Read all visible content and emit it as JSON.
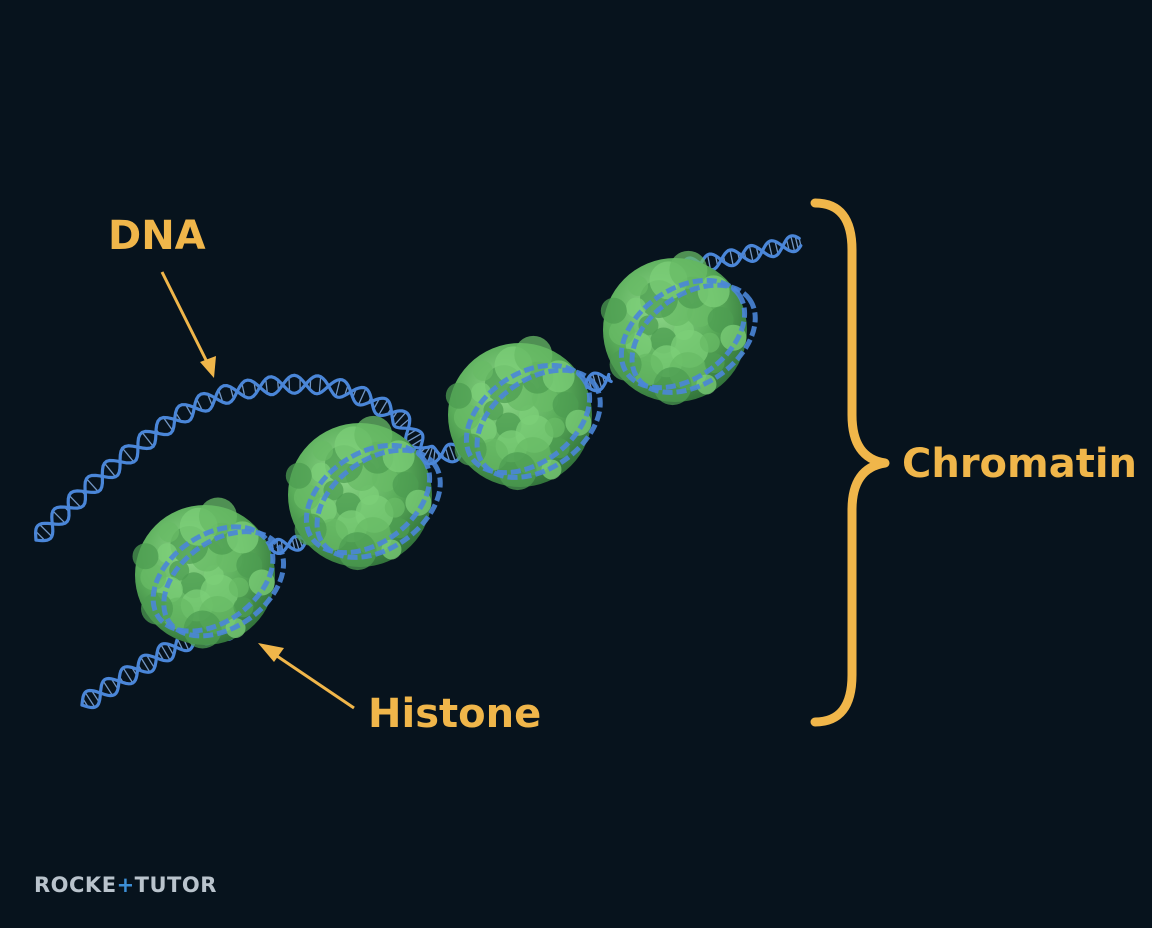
{
  "labels": {
    "dna": "DNA",
    "histone": "Histone",
    "chromatin": "Chromatin"
  },
  "logo": {
    "left": "ROCKE",
    "plus": "+",
    "right": "TUTOR"
  },
  "colors": {
    "background": "#07131d",
    "annotation": "#f0b64a",
    "dna_strand": "#4a86d8",
    "dna_rung": "#8fb8ee",
    "histone": "#5aad5a",
    "logo_text": "#b9c3cc",
    "logo_accent": "#3d8fd6"
  },
  "icons": {
    "dna_pointer": "arrow-icon",
    "histone_pointer": "arrow-icon",
    "chromatin_bracket": "curly-brace-icon"
  }
}
